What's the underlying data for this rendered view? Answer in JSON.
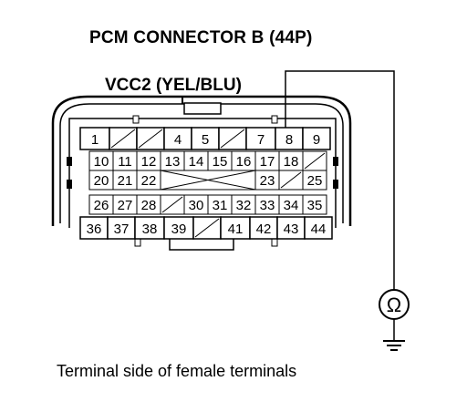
{
  "diagram": {
    "title": "PCM CONNECTOR B (44P)",
    "wire_label": "VCC2 (YEL/BLU)",
    "caption": "Terminal side of female terminals",
    "meter_symbol": "Ω",
    "probe_terminal": "8",
    "ground_symbol": "ground-icon",
    "rows": [
      [
        "1",
        "",
        "",
        "4",
        "5",
        "",
        "7",
        "8",
        "9"
      ],
      [
        "10",
        "11",
        "12",
        "13",
        "14",
        "15",
        "16",
        "17",
        "18",
        ""
      ],
      [
        "20",
        "21",
        "22",
        "",
        "",
        "",
        "",
        "23",
        "",
        "25"
      ],
      [
        "26",
        "27",
        "28",
        "",
        "30",
        "31",
        "32",
        "33",
        "34",
        "35"
      ],
      [
        "36",
        "37",
        "38",
        "39",
        "",
        "41",
        "42",
        "43",
        "44"
      ]
    ]
  }
}
